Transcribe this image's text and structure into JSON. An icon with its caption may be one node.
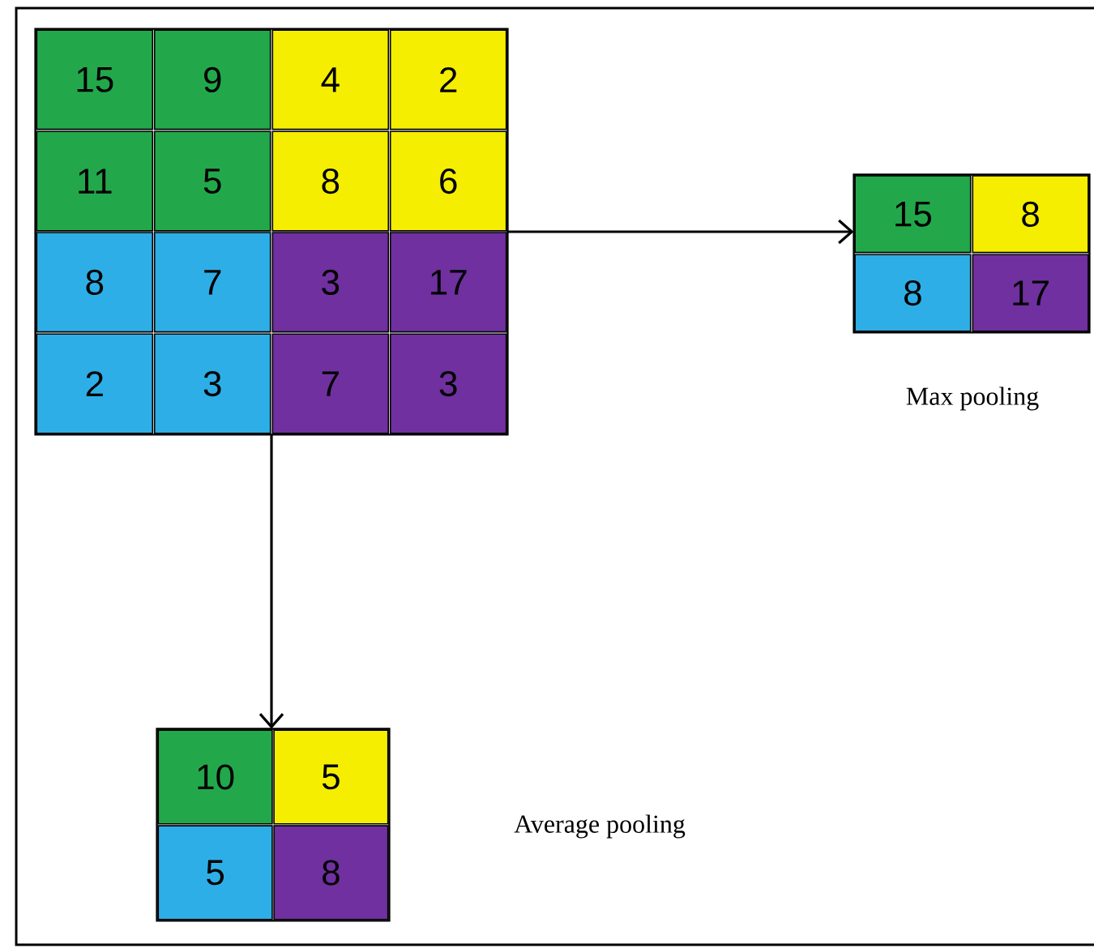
{
  "diagram": {
    "nodes": [
      {
        "text": [],
        "shape": "box"
      },
      {
        "text": [
          "15"
        ],
        "in": 0
      },
      {
        "text": [
          "9"
        ],
        "in": 0
      },
      {
        "text": [
          "4"
        ],
        "in": 0
      },
      {
        "text": [
          "2"
        ],
        "in": 0
      },
      {
        "text": [
          "11"
        ],
        "in": 0
      },
      {
        "text": [
          "5"
        ],
        "in": 0
      },
      {
        "text": [
          "8"
        ],
        "in": 0
      },
      {
        "text": [
          "6"
        ],
        "in": 0
      },
      {
        "text": [
          "8"
        ],
        "in": 0
      },
      {
        "text": [
          "7"
        ],
        "in": 0
      },
      {
        "text": [
          "3"
        ],
        "in": 0
      },
      {
        "text": [
          "17"
        ],
        "in": 0
      },
      {
        "text": [
          "2"
        ],
        "in": 0
      },
      {
        "text": [
          "3"
        ],
        "in": 0
      },
      {
        "text": [
          "7"
        ],
        "in": 0
      },
      {
        "text": [
          "3"
        ],
        "in": 0
      },
      {
        "text": [
          "Max pooling"
        ]
      },
      {
        "text": [
          "15"
        ],
        "in": 17
      },
      {
        "text": [
          "8"
        ],
        "in": 17
      },
      {
        "text": [
          "8"
        ],
        "in": 17
      },
      {
        "text": [
          "17"
        ],
        "in": 17
      },
      {
        "text": [
          "Average pooling"
        ]
      },
      {
        "text": [
          "10"
        ],
        "in": 22
      },
      {
        "text": [
          "5"
        ],
        "in": 22
      },
      {
        "text": [
          "5"
        ],
        "in": 22
      },
      {
        "text": [
          "8"
        ],
        "in": 22
      }
    ],
    "edges": [
      {
        "from": 0,
        "to": 17,
        "arrow": "to"
      },
      {
        "from": 0,
        "to": 22,
        "arrow": "to"
      }
    ]
  }
}
